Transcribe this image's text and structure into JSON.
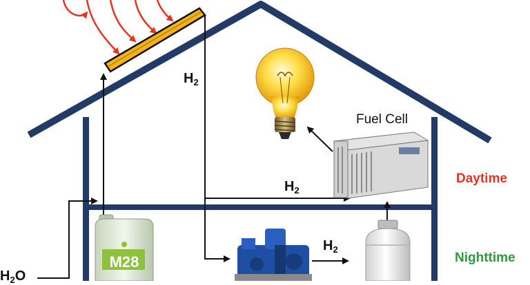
{
  "labels": {
    "h2_main": "H",
    "h2_main_sub": "2",
    "h2_upper_flow": "H",
    "h2_upper_flow_sub": "2",
    "h2_lower_flow": "H",
    "h2_lower_flow_sub": "2",
    "h2o": "H",
    "h2o_sub": "2",
    "h2o_tail": "O",
    "fuel_cell": "Fuel Cell",
    "daytime": "Daytime",
    "nighttime": "Nighttime",
    "container_brand": "M28"
  },
  "colors": {
    "house": "#213a66",
    "solar_panel": "#f2b21b",
    "sun_rays": "#e8321e",
    "daytime": "#e8321e",
    "nighttime": "#2e9a3c",
    "arrows": "#111111"
  },
  "icons": [
    "sun-rays-icon",
    "solar-panel-icon",
    "light-bulb-icon",
    "fuel-cell-icon",
    "electrolyte-container-icon",
    "compressor-pump-icon",
    "gas-tank-icon"
  ]
}
